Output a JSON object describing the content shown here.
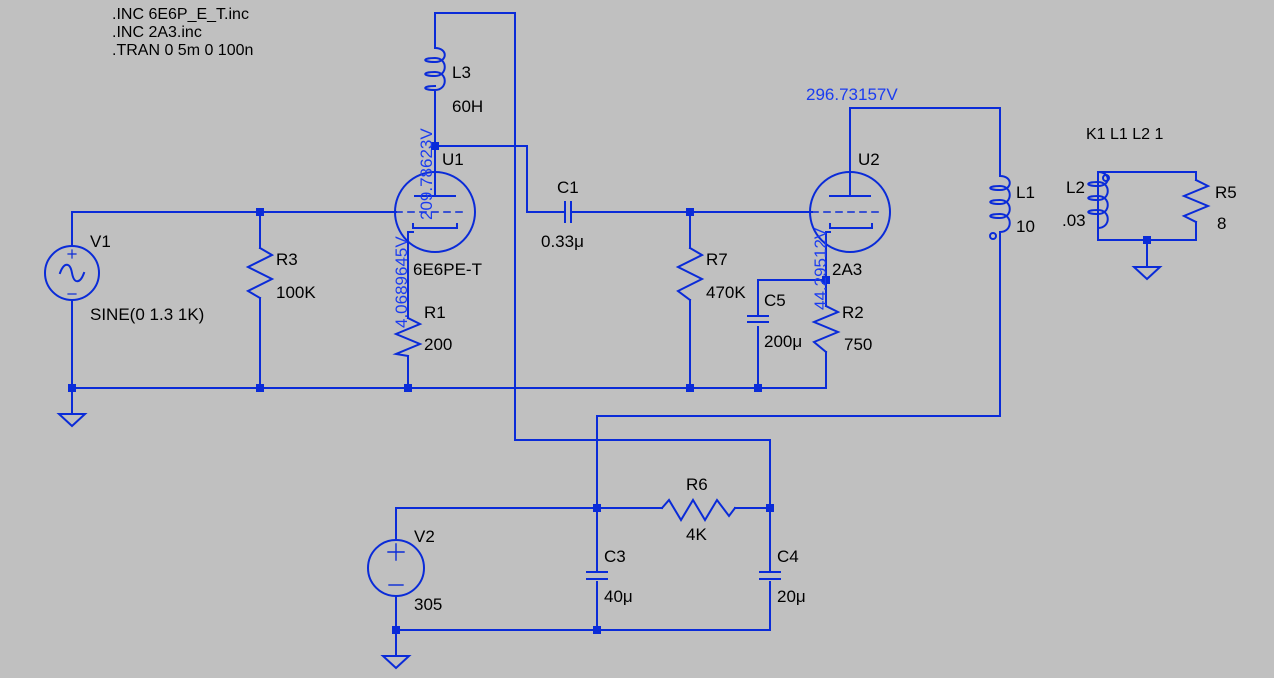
{
  "directives": [
    ".INC 6E6P_E_T.inc",
    ".INC 2A3.inc",
    ".TRAN 0 5m 0 100n"
  ],
  "coupling": "K1 L1 L2 1",
  "components": {
    "v1": {
      "name": "V1",
      "value": "SINE(0 1.3 1K)"
    },
    "r3": {
      "name": "R3",
      "value": "100K"
    },
    "u1": {
      "name": "U1",
      "value": "6E6PE-T"
    },
    "r1": {
      "name": "R1",
      "value": "200"
    },
    "l3": {
      "name": "L3",
      "value": "60H"
    },
    "c1": {
      "name": "C1",
      "value": "0.33μ"
    },
    "r7": {
      "name": "R7",
      "value": "470K"
    },
    "u2": {
      "name": "U2",
      "value": "2A3"
    },
    "c5": {
      "name": "C5",
      "value": "200μ"
    },
    "r2": {
      "name": "R2",
      "value": "750"
    },
    "l1": {
      "name": "L1",
      "value": "10"
    },
    "l2": {
      "name": "L2",
      "value": ".03"
    },
    "r5": {
      "name": "R5",
      "value": "8"
    },
    "v2": {
      "name": "V2",
      "value": "305"
    },
    "r6": {
      "name": "R6",
      "value": "4K"
    },
    "c3": {
      "name": "C3",
      "value": "40μ"
    },
    "c4": {
      "name": "C4",
      "value": "20μ"
    }
  },
  "voltages": {
    "u1_plate": "209.78623V",
    "u1_cathode": "4.0689645V",
    "u2_plate": "296.73157V",
    "u2_cathode": "44.29512V"
  },
  "colors": {
    "background": "#c0c0c0",
    "wire": "#0a2bd8",
    "voltage_label": "#1a3cf0",
    "text": "#000000"
  }
}
